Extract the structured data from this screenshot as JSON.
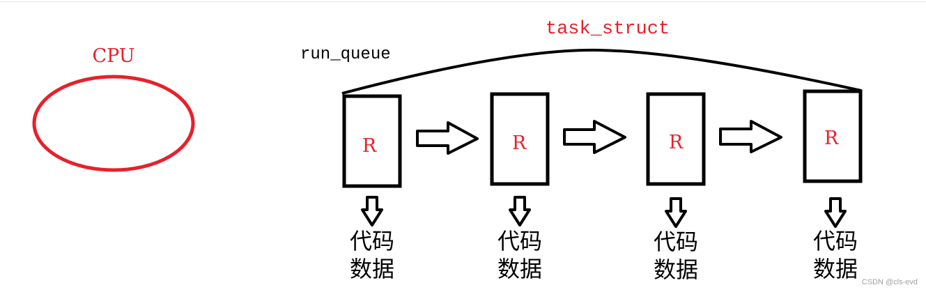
{
  "title": "run_queue diagram",
  "colors": {
    "accent_red": "#e8202a",
    "stroke": "#000000",
    "watermark": "#a0a0a0"
  },
  "cpu": {
    "label": "CPU"
  },
  "run_queue": {
    "label": "run_queue"
  },
  "task_struct": {
    "label": "task_struct"
  },
  "tasks": [
    {
      "state": "R",
      "line1": "代码",
      "line2": "数据"
    },
    {
      "state": "R",
      "line1": "代码",
      "line2": "数据"
    },
    {
      "state": "R",
      "line1": "代码",
      "line2": "数据"
    },
    {
      "state": "R",
      "line1": "代码",
      "line2": "数据"
    }
  ],
  "watermark": "CSDN @cls-evd"
}
